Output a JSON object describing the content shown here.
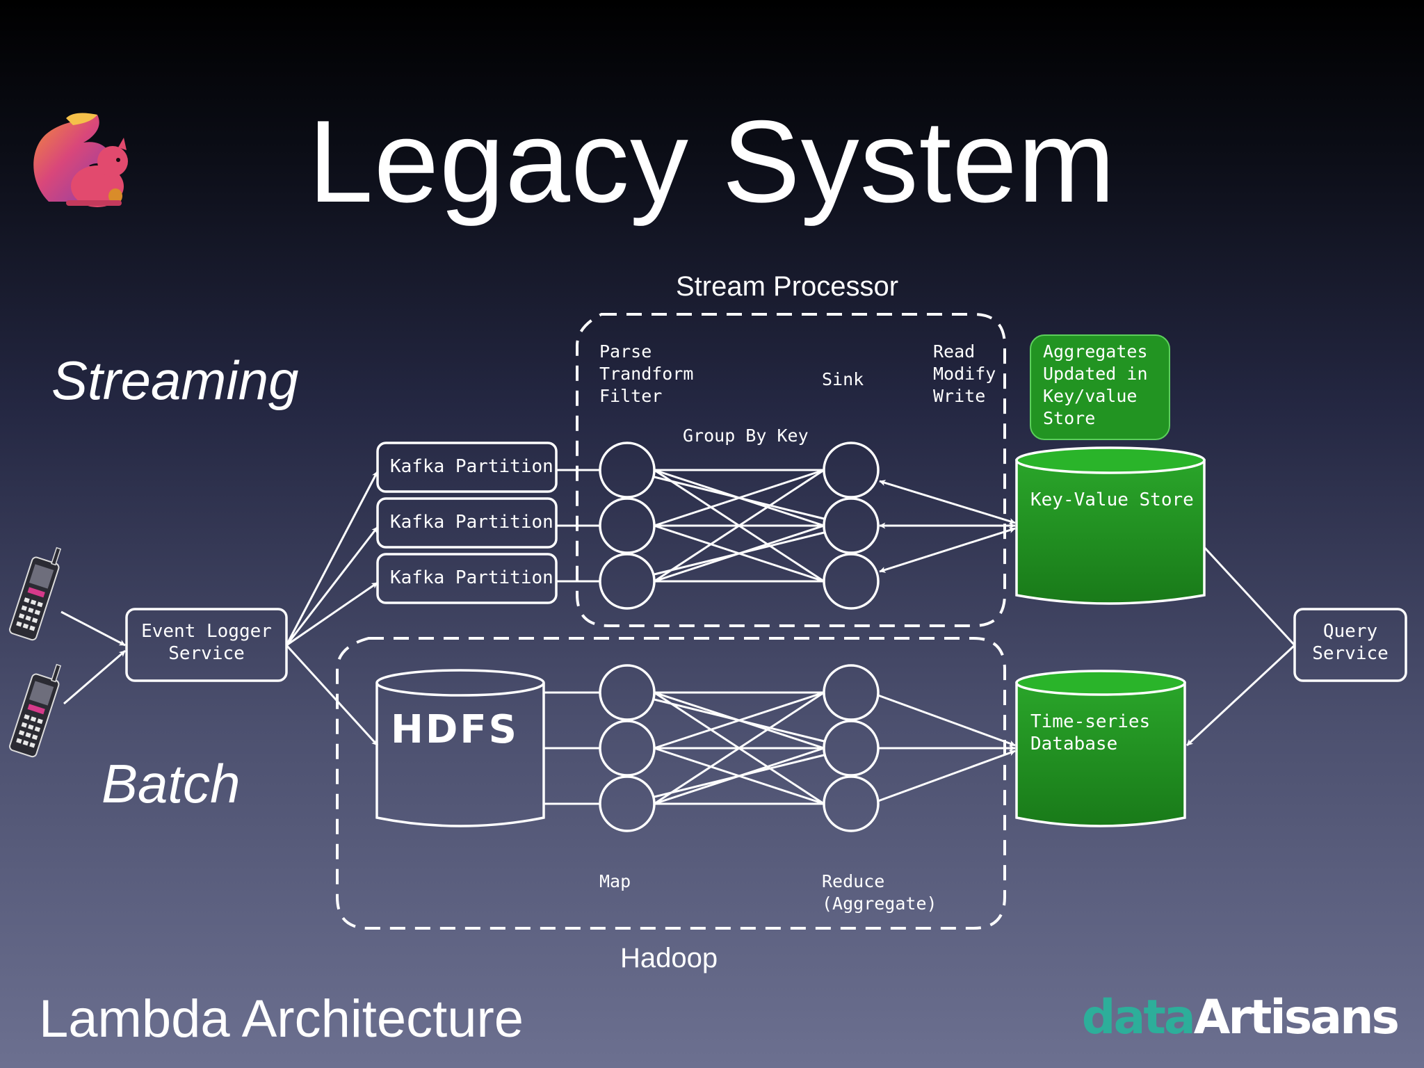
{
  "slide": {
    "title": "Legacy System",
    "streaming_label": "Streaming",
    "batch_label": "Batch",
    "stream_processor_label": "Stream Processor",
    "hadoop_label": "Hadoop",
    "footer": "Lambda Architecture",
    "brand": {
      "part1": "data",
      "part2": "Artisans",
      "color1": "#2dae9a",
      "color2": "#ffffff"
    }
  },
  "diagram": {
    "event_logger": "Event Logger\nService",
    "kafka_partitions": [
      "Kafka Partition",
      "Kafka Partition",
      "Kafka Partition"
    ],
    "stream_labels": {
      "parse": "Parse\nTrandform\nFilter",
      "group_by_key": "Group By Key",
      "sink": "Sink",
      "read_modify_write": "Read\nModify\nWrite"
    },
    "aggregates_note": "Aggregates\nUpdated in\nKey/value\nStore",
    "key_value_store": "Key-Value Store",
    "hdfs": "HDFS",
    "map_label": "Map",
    "reduce_label": "Reduce\n(Aggregate)",
    "time_series_db": "Time-series\nDatabase",
    "query_service": "Query\nService"
  },
  "colors": {
    "store_green": "#1f8f1f",
    "note_green": "#229422",
    "line": "#ffffff"
  },
  "icons": [
    "squirrel-logo-icon",
    "mobile-phone-icon",
    "mobile-phone-icon"
  ]
}
